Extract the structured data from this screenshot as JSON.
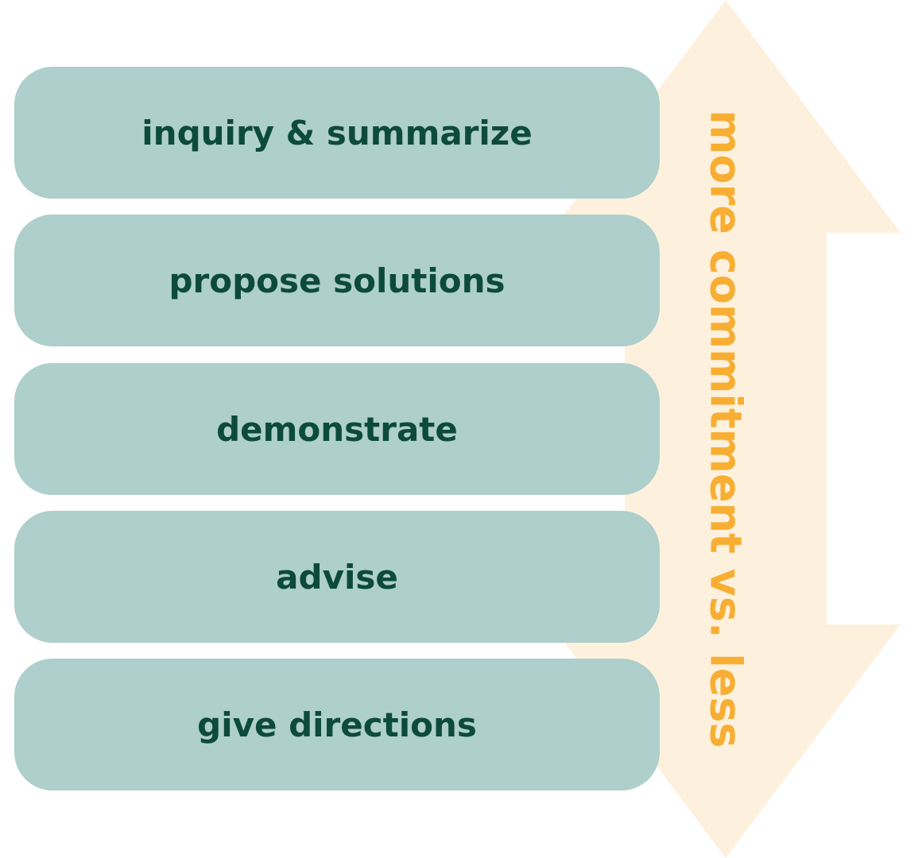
{
  "steps": [
    {
      "label": "inquiry & summarize"
    },
    {
      "label": "propose solutions"
    },
    {
      "label": "demonstrate"
    },
    {
      "label": "advise"
    },
    {
      "label": "give directions"
    }
  ],
  "arrow": {
    "label": "more commitment vs. less"
  },
  "colors": {
    "box": "#aecfcb",
    "box_text": "#0d4a3e",
    "arrow": "#fdf1de",
    "arrow_text": "#f8ae33"
  }
}
